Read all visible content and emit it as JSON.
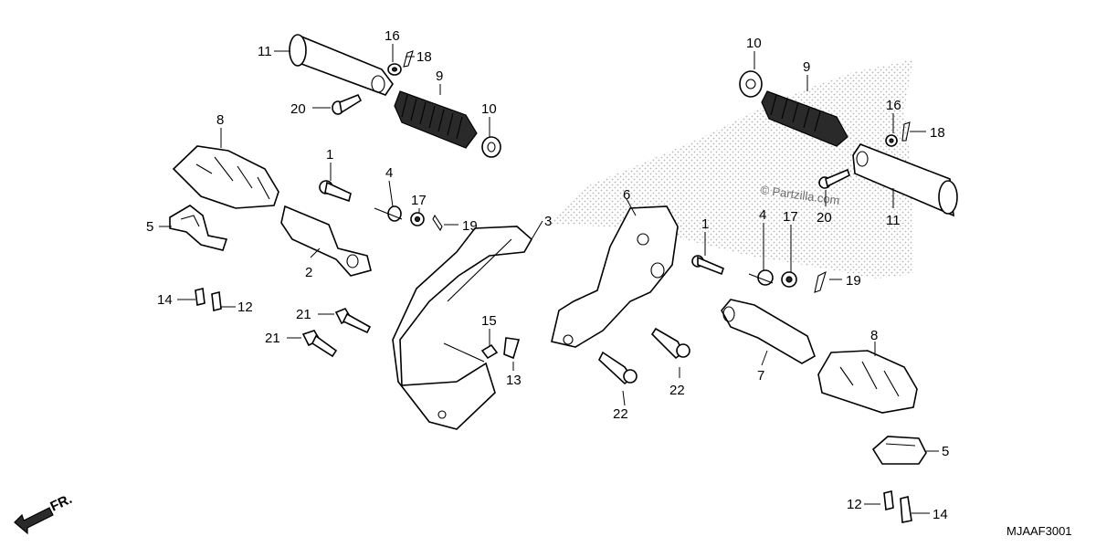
{
  "diagram": {
    "code": "MJAAF3001",
    "watermark": "© Partzilla.com",
    "direction_label": "FR.",
    "callouts": {
      "l_1": "1",
      "l_2": "2",
      "l_3": "3",
      "l_4": "4",
      "l_5": "5",
      "l_8": "8",
      "l_9": "9",
      "l_10": "10",
      "l_11": "11",
      "l_12": "12",
      "l_13": "13",
      "l_14": "14",
      "l_15": "15",
      "l_16": "16",
      "l_17": "17",
      "l_18": "18",
      "l_19": "19",
      "l_20": "20",
      "l_21a": "21",
      "l_21b": "21",
      "r_1": "1",
      "r_4": "4",
      "r_5": "5",
      "r_6": "6",
      "r_7": "7",
      "r_8": "8",
      "r_9": "9",
      "r_10": "10",
      "r_11": "11",
      "r_12": "12",
      "r_14": "14",
      "r_16": "16",
      "r_17": "17",
      "r_18": "18",
      "r_19": "19",
      "r_20": "20",
      "r_22a": "22",
      "r_22b": "22"
    }
  }
}
